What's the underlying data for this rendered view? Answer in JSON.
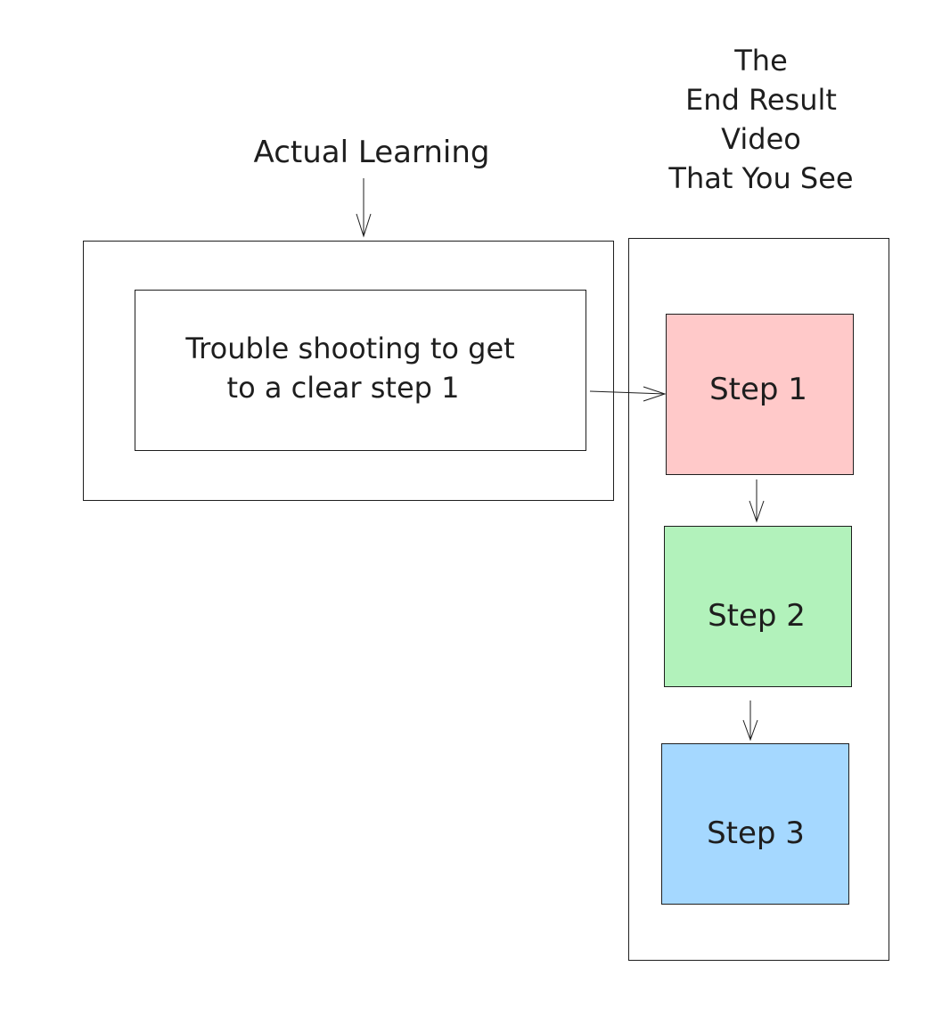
{
  "labels": {
    "actual_learning": "Actual Learning",
    "end_result": [
      "The",
      "End Result",
      "Video",
      "That You See"
    ]
  },
  "troubleshoot_box": {
    "lines": [
      "Trouble shooting to get",
      "to a clear step 1"
    ]
  },
  "steps": [
    {
      "label": "Step 1",
      "color": "#ffc9c9"
    },
    {
      "label": "Step 2",
      "color": "#b2f2bb"
    },
    {
      "label": "Step 3",
      "color": "#a5d8ff"
    }
  ]
}
